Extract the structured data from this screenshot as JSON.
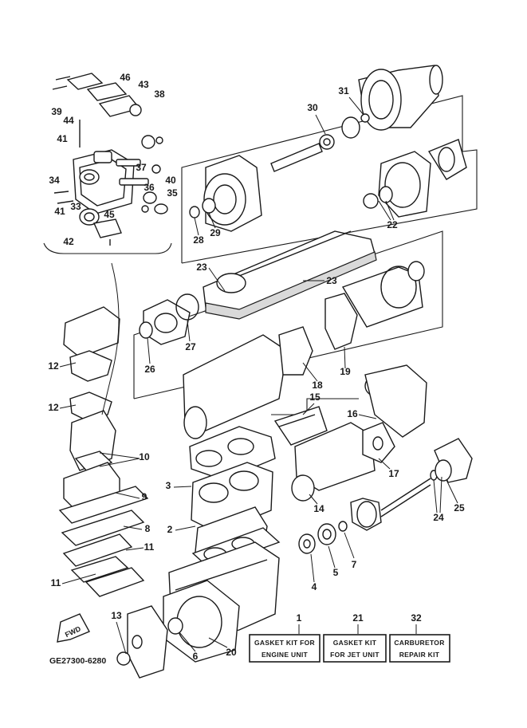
{
  "diagram": {
    "callouts": [
      "1",
      "2",
      "3",
      "4",
      "5",
      "6",
      "7",
      "8",
      "9",
      "10",
      "11",
      "11",
      "12",
      "12",
      "13",
      "14",
      "15",
      "16",
      "17",
      "18",
      "19",
      "20",
      "21",
      "22",
      "23",
      "23",
      "24",
      "25",
      "26",
      "27",
      "28",
      "29",
      "30",
      "31",
      "32",
      "33",
      "34",
      "35",
      "36",
      "37",
      "38",
      "39",
      "40",
      "41",
      "41",
      "42",
      "43",
      "44",
      "45",
      "46"
    ],
    "kits": [
      {
        "number": "1",
        "line1": "GASKET KIT FOR",
        "line2": "ENGINE UNIT"
      },
      {
        "number": "21",
        "line1": "GASKET KIT",
        "line2": "FOR JET UNIT"
      },
      {
        "number": "32",
        "line1": "CARBURETOR",
        "line2": "REPAIR KIT"
      }
    ],
    "forward_label": "FWD",
    "figure_code": "GE27300-6280"
  }
}
